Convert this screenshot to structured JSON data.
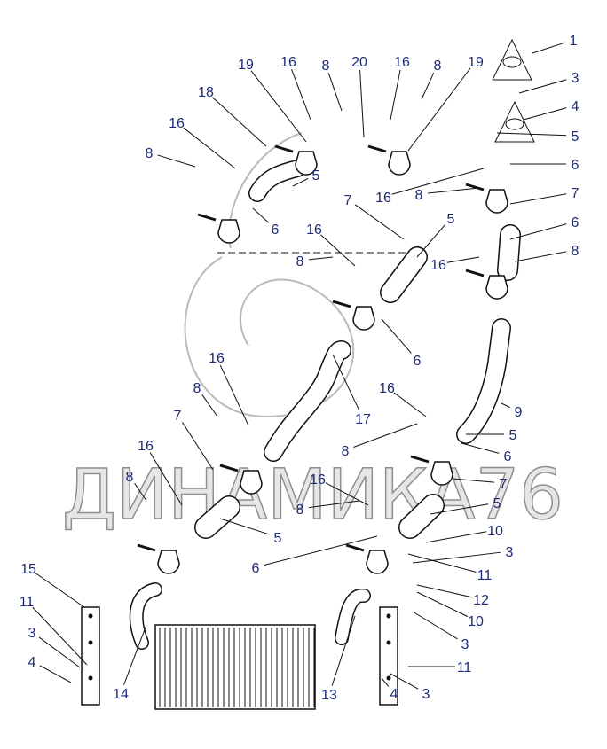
{
  "diagram": {
    "watermark": "ДИНАМИКА76",
    "label_color": "#1c2a78",
    "callouts": [
      "1",
      "19",
      "16",
      "8",
      "20",
      "16",
      "8",
      "19",
      "3",
      "18",
      "4",
      "5",
      "16",
      "8",
      "6",
      "5",
      "16",
      "8",
      "7",
      "7",
      "6",
      "5",
      "6",
      "16",
      "8",
      "16",
      "8",
      "6",
      "16",
      "8",
      "16",
      "9",
      "17",
      "7",
      "5",
      "8",
      "6",
      "16",
      "8",
      "7",
      "16",
      "8",
      "5",
      "5",
      "10",
      "3",
      "6",
      "11",
      "15",
      "12",
      "11",
      "10",
      "3",
      "3",
      "4",
      "11",
      "14",
      "13",
      "4",
      "3"
    ]
  }
}
